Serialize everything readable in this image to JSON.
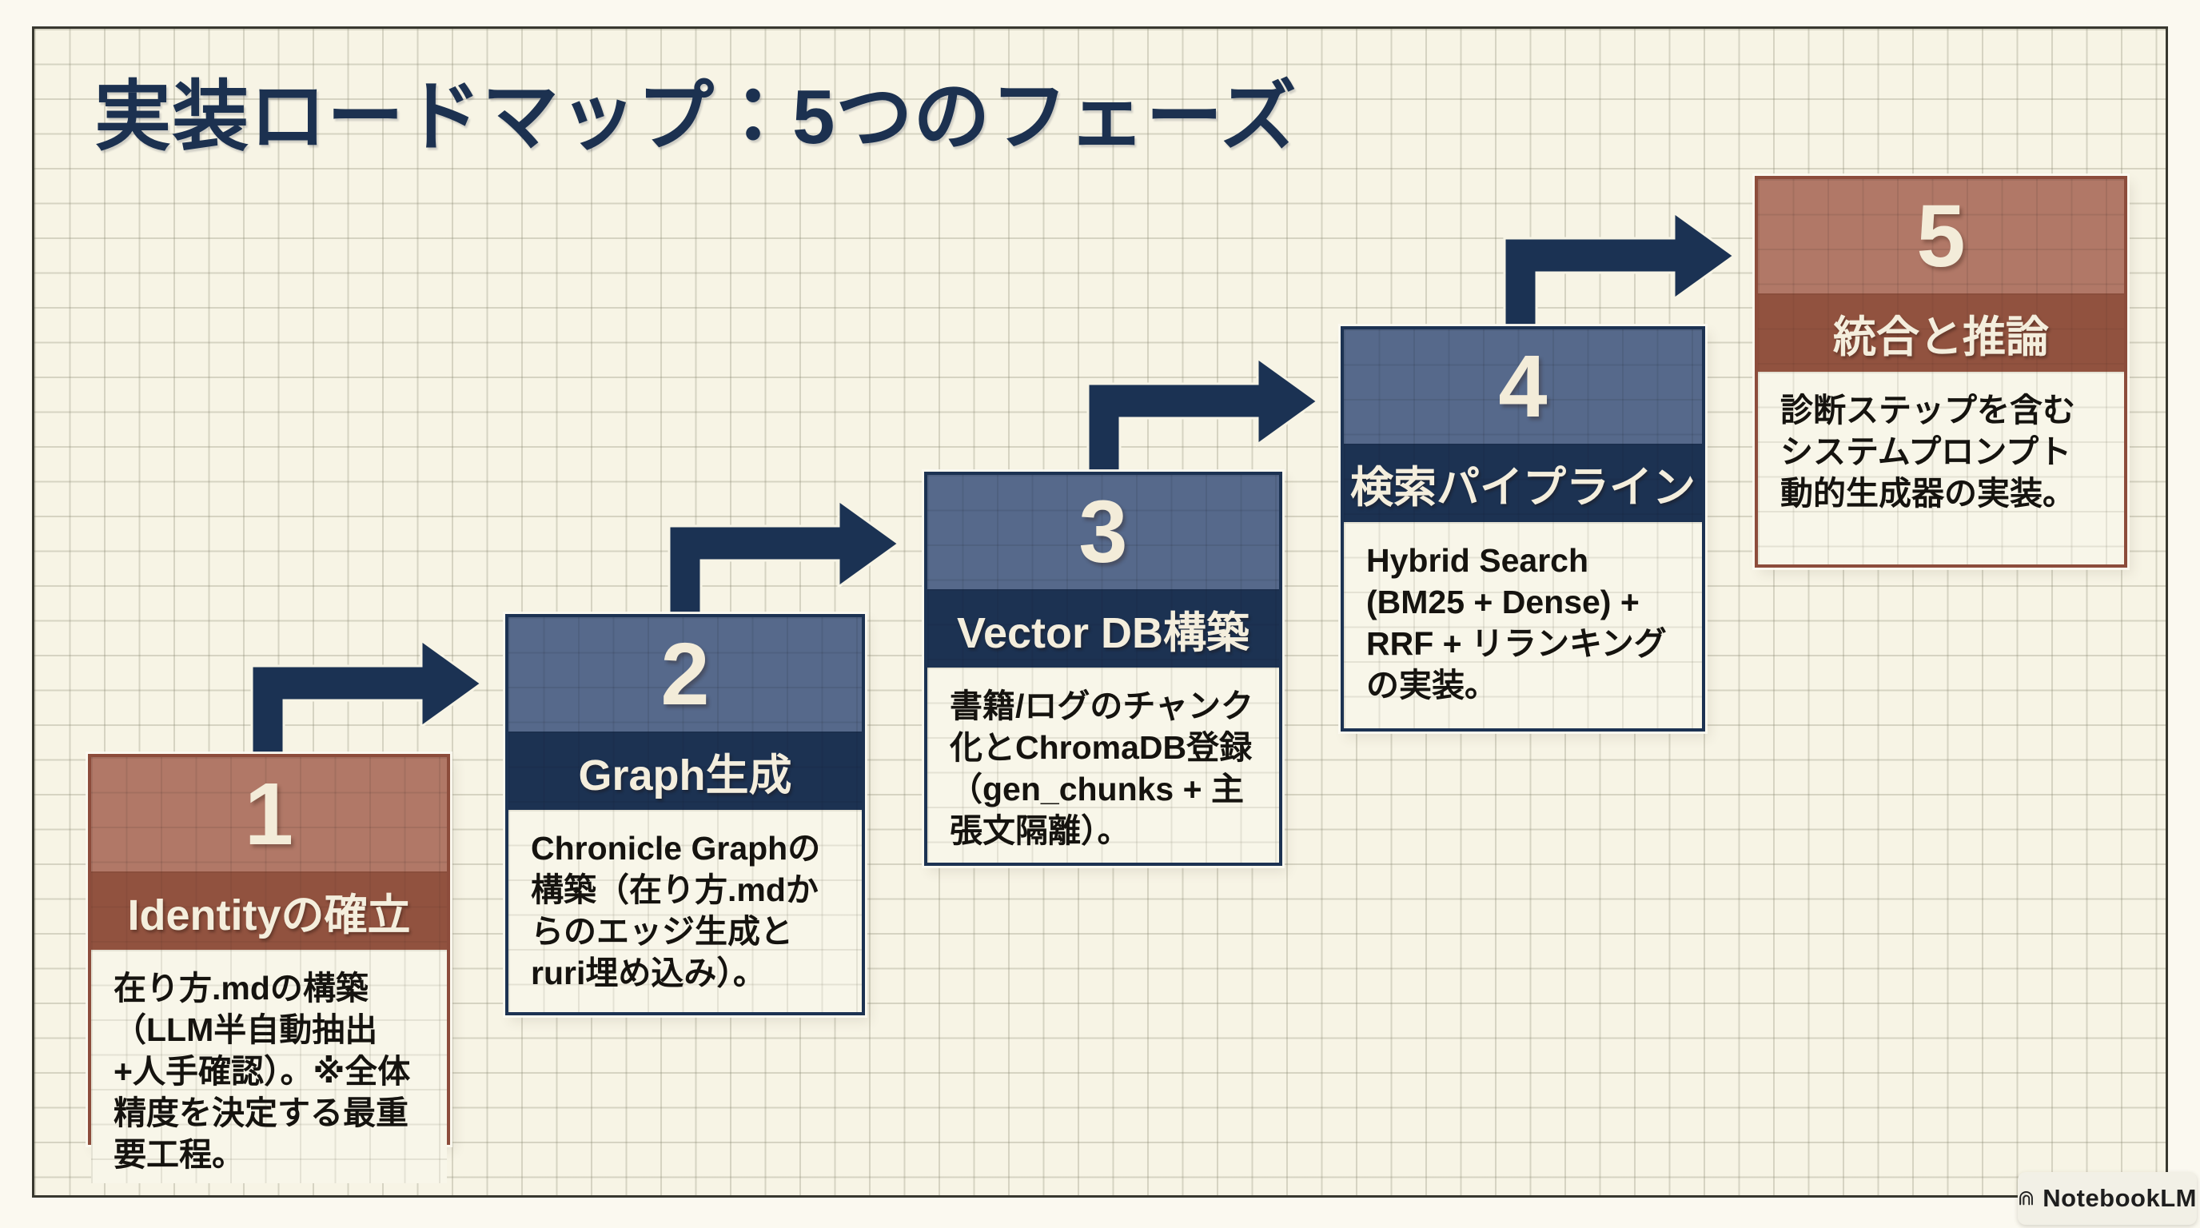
{
  "header": {
    "title": "実装ロードマップ：5つのフェーズ"
  },
  "phases": [
    {
      "number": "1",
      "title": "Identityの確立",
      "body": "在り方.mdの構築（LLM半自動抽出+人手確認）。※全体精度を決定する最重要工程。",
      "theme": "red"
    },
    {
      "number": "2",
      "title": "Graph生成",
      "body": "Chronicle Graphの構築（在り方.mdからのエッジ生成とruri埋め込み）。",
      "theme": "blue"
    },
    {
      "number": "3",
      "title": "Vector DB構築",
      "body": "書籍/ログのチャンク化とChromaDB登録（gen_chunks + 主張文隔離）。",
      "theme": "blue"
    },
    {
      "number": "4",
      "title": "検索パイプライン",
      "body": "Hybrid Search (BM25 + Dense) + RRF + リランキングの実装。",
      "theme": "blue"
    },
    {
      "number": "5",
      "title": "統合と推論",
      "body": "診断ステップを含むシステムプロンプト動的生成器の実装。",
      "theme": "red"
    }
  ],
  "watermark": {
    "label": "NotebookLM"
  },
  "colors": {
    "page_bg": "#fbf9f0",
    "panel_bg": "#f7f4e5",
    "grid_line": "#c9c6b5",
    "panel_border": "#38382f",
    "navy": "#1c3252",
    "slate_blue": "#56698b",
    "brick_red": "#91523f",
    "rose_brown": "#b17867",
    "cream_text": "#f3ecd9",
    "body_text": "#15130f",
    "arrow": "#1b3253"
  }
}
